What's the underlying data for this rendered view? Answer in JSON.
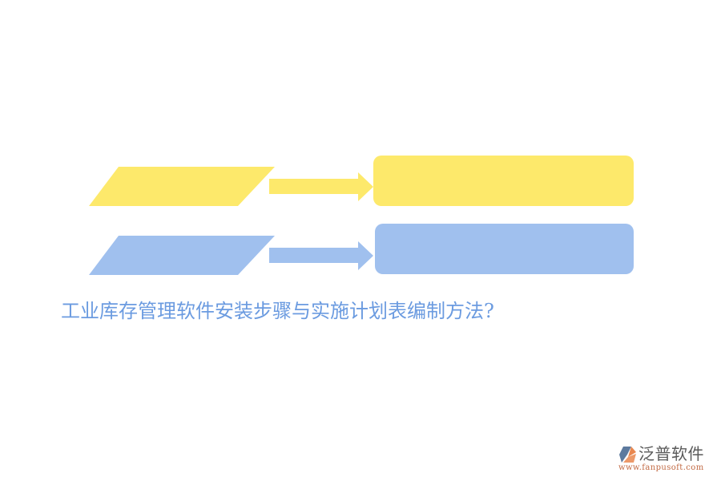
{
  "colors": {
    "yellow": "#fde96b",
    "blue": "#a0c0ee",
    "title": "#6b9be0",
    "logo_name": "#5a5a5a",
    "logo_url": "#c26a44",
    "logo_icon_blue": "#5d7a9e",
    "logo_icon_orange": "#e9874f"
  },
  "diagram": {
    "rows": [
      {
        "color": "yellow",
        "parallelogram_label": "",
        "box_label": ""
      },
      {
        "color": "blue",
        "parallelogram_label": "",
        "box_label": ""
      }
    ]
  },
  "title": "工业库存管理软件安装步骤与实施计划表编制方法?",
  "logo": {
    "icon": "fanpu-logo-icon",
    "name": "泛普软件",
    "url": "www.fanpusoft.com"
  }
}
